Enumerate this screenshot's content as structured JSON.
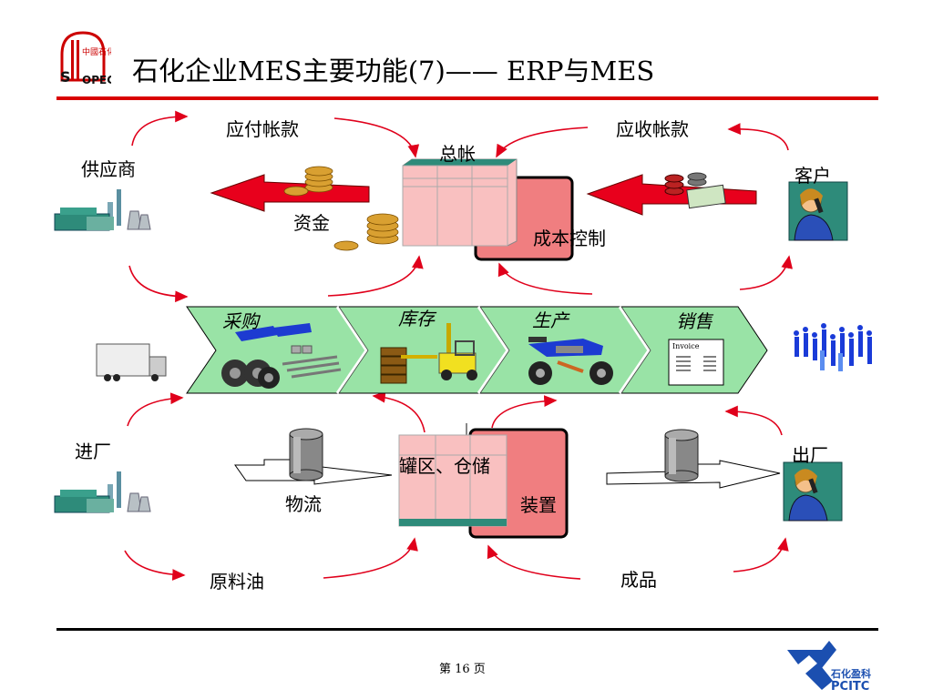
{
  "slide": {
    "title": "石化企业MES主要功能(7)—— ERP与MES",
    "page_number": "第 16 页",
    "brand_right": "石化盈科",
    "brand_right_en": "PCITC"
  },
  "labels": {
    "payable": "应付帐款",
    "receivable": "应收帐款",
    "ledger": "总帐",
    "supplier": "供应商",
    "customer": "客户",
    "funds": "资金",
    "cost_control": "成本控制",
    "intake": "进厂",
    "outbound": "出厂",
    "logistics": "物流",
    "tank_storage": "罐区、仓储",
    "unit": "装置",
    "crude_oil": "原料油",
    "product": "成品"
  },
  "chain": {
    "steps": [
      "采购",
      "库存",
      "生产",
      "销售"
    ],
    "invoice_text": "Invoice"
  },
  "colors": {
    "red": "#e0001b",
    "green": "#99e3a6",
    "box_pink": "#f9b8b8",
    "box_red": "#f07e80",
    "teal": "#2e8b7a"
  },
  "icons": [
    "sinopec-logo",
    "pcitc-logo",
    "factory-icon",
    "person-phone-icon",
    "truck-icon",
    "crowd-icon",
    "coins-icon",
    "cash-icon",
    "tank-icon",
    "tire-icon",
    "forklift-icon",
    "motorcycle-icon",
    "invoice-icon"
  ]
}
